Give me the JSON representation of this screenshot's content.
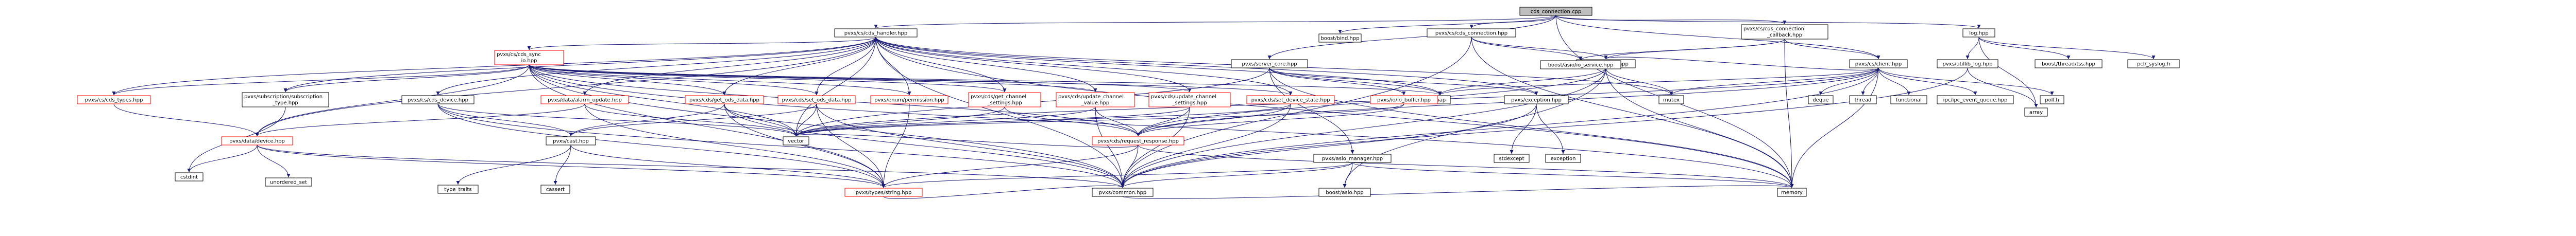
{
  "colors": {
    "root_fill": "#bfbfbf",
    "node_fill": "#ffffff",
    "node_stroke": "#000000",
    "highlight_stroke": "#ff0000",
    "edge": "#191970"
  },
  "nodes": [
    {
      "id": "root",
      "label": "cds_connection.cpp",
      "style": "root"
    },
    {
      "id": "cds_handler",
      "label": "pvxs/cs/cds_handler.hpp"
    },
    {
      "id": "boostbind",
      "label": "boost/bind.hpp"
    },
    {
      "id": "cds_connection_hpp",
      "label": "pvxs/cs/cds_connection.hpp"
    },
    {
      "id": "cds_conn_cb",
      "label": [
        "pvxs/cs/cds_connection",
        "_callback.hpp"
      ]
    },
    {
      "id": "loghpp",
      "label": "log.hpp"
    },
    {
      "id": "cds_sync",
      "label": [
        "pvxs/cs/cds_sync",
        "io.hpp"
      ],
      "style": "red"
    },
    {
      "id": "server_core",
      "label": "pvxs/server_core.hpp"
    },
    {
      "id": "io_actor",
      "label": "pvxs/io_actor.hpp"
    },
    {
      "id": "boostasio_service",
      "label": "boost/asio/io_service.hpp"
    },
    {
      "id": "cds_client",
      "label": "pvxs/cs/client.hpp"
    },
    {
      "id": "utillib_log",
      "label": "pvxs/utillib_log.hpp"
    },
    {
      "id": "boost_thread_tss",
      "label": "boost/thread/tss.hpp"
    },
    {
      "id": "pcl_syslog",
      "label": "pcl/_syslog.h"
    },
    {
      "id": "cds_types",
      "label": "pvxs/cs/cds_types.hpp",
      "style": "red"
    },
    {
      "id": "subscr_type",
      "label": [
        "pvxs/subscription/subscription",
        "_type.hpp"
      ]
    },
    {
      "id": "cds_device",
      "label": "pvxs/cs/cds_device.hpp"
    },
    {
      "id": "alarm_update",
      "label": "pvxs/data/alarm_update.hpp",
      "style": "red"
    },
    {
      "id": "get_ods_data",
      "label": "pvxs/cds/get_ods_data.hpp",
      "style": "red"
    },
    {
      "id": "set_ods_data",
      "label": "pvxs/cds/set_ods_data.hpp",
      "style": "red"
    },
    {
      "id": "enum_permission",
      "label": "pvxs/enum/permission.hpp",
      "style": "red"
    },
    {
      "id": "get_channel_settings",
      "label": [
        "pvxs/cds/get_channel",
        "_settings.hpp"
      ],
      "style": "red"
    },
    {
      "id": "update_channel_value",
      "label": [
        "pvxs/cds/update_channel",
        "_value.hpp"
      ],
      "style": "red"
    },
    {
      "id": "update_channel_settings",
      "label": [
        "pvxs/cds/update_channel",
        "_settings.hpp"
      ],
      "style": "red"
    },
    {
      "id": "set_device_state",
      "label": "pvxs/cds/set_device_state.hpp",
      "style": "red"
    },
    {
      "id": "map",
      "label": "map"
    },
    {
      "id": "io_buffer",
      "label": "pvxs/io/io_buffer.hpp",
      "style": "red"
    },
    {
      "id": "exception_hpp",
      "label": "pvxs/exception.hpp"
    },
    {
      "id": "mutex",
      "label": "mutex"
    },
    {
      "id": "deque",
      "label": "deque"
    },
    {
      "id": "thread",
      "label": "thread"
    },
    {
      "id": "functional",
      "label": "functional"
    },
    {
      "id": "ipc_event_queue",
      "label": "ipc/ipc_event_queue.hpp"
    },
    {
      "id": "pollh",
      "label": "poll.h"
    },
    {
      "id": "array",
      "label": "array"
    },
    {
      "id": "data_device",
      "label": "pvxs/data/device.hpp",
      "style": "red"
    },
    {
      "id": "cast_hpp",
      "label": "pvxs/cast.hpp"
    },
    {
      "id": "vector",
      "label": "vector"
    },
    {
      "id": "request_response",
      "label": "pvxs/cds/request_response.hpp",
      "style": "red"
    },
    {
      "id": "asio_manager",
      "label": "pvxs/asio_manager.hpp"
    },
    {
      "id": "stdexcept",
      "label": "stdexcept"
    },
    {
      "id": "exception",
      "label": "exception"
    },
    {
      "id": "cstdint",
      "label": "cstdint"
    },
    {
      "id": "unordered_set",
      "label": "unordered_set"
    },
    {
      "id": "type_traits",
      "label": "type_traits"
    },
    {
      "id": "cassert",
      "label": "cassert"
    },
    {
      "id": "types_string",
      "label": "pvxs/types/string.hpp",
      "style": "red"
    },
    {
      "id": "common_hpp",
      "label": "pvxs/common.hpp"
    },
    {
      "id": "boost_asio",
      "label": "boost/asio.hpp"
    },
    {
      "id": "memory",
      "label": "memory"
    }
  ],
  "edges": [
    [
      "root",
      "cds_handler"
    ],
    [
      "root",
      "boostbind"
    ],
    [
      "root",
      "cds_connection_hpp"
    ],
    [
      "root",
      "cds_conn_cb"
    ],
    [
      "root",
      "loghpp"
    ],
    [
      "root",
      "cds_client"
    ],
    [
      "root",
      "server_core"
    ],
    [
      "root",
      "memory"
    ],
    [
      "cds_handler",
      "cds_sync"
    ],
    [
      "cds_handler",
      "cds_types"
    ],
    [
      "cds_handler",
      "subscr_type"
    ],
    [
      "cds_handler",
      "cds_device"
    ],
    [
      "cds_handler",
      "alarm_update"
    ],
    [
      "cds_handler",
      "get_ods_data"
    ],
    [
      "cds_handler",
      "set_ods_data"
    ],
    [
      "cds_handler",
      "enum_permission"
    ],
    [
      "cds_handler",
      "get_channel_settings"
    ],
    [
      "cds_handler",
      "update_channel_value"
    ],
    [
      "cds_handler",
      "update_channel_settings"
    ],
    [
      "cds_handler",
      "set_device_state"
    ],
    [
      "cds_handler",
      "map"
    ],
    [
      "cds_handler",
      "vector"
    ],
    [
      "cds_handler",
      "memory"
    ],
    [
      "cds_handler",
      "common_hpp"
    ],
    [
      "cds_handler",
      "data_device"
    ],
    [
      "cds_handler",
      "mutex"
    ],
    [
      "cds_handler",
      "exception_hpp"
    ],
    [
      "cds_sync",
      "cds_types"
    ],
    [
      "cds_sync",
      "subscr_type"
    ],
    [
      "cds_sync",
      "get_ods_data"
    ],
    [
      "cds_sync",
      "set_ods_data"
    ],
    [
      "cds_sync",
      "enum_permission"
    ],
    [
      "cds_sync",
      "get_channel_settings"
    ],
    [
      "cds_sync",
      "update_channel_value"
    ],
    [
      "cds_sync",
      "update_channel_settings"
    ],
    [
      "cds_sync",
      "set_device_state"
    ],
    [
      "cds_sync",
      "request_response"
    ],
    [
      "cds_sync",
      "vector"
    ],
    [
      "cds_sync",
      "map"
    ],
    [
      "cds_sync",
      "memory"
    ],
    [
      "cds_sync",
      "types_string"
    ],
    [
      "cds_sync",
      "data_device"
    ],
    [
      "cds_sync",
      "common_hpp"
    ],
    [
      "cds_connection_hpp",
      "io_actor"
    ],
    [
      "cds_connection_hpp",
      "boostasio_service"
    ],
    [
      "cds_connection_hpp",
      "memory"
    ],
    [
      "cds_connection_hpp",
      "common_hpp"
    ],
    [
      "cds_conn_cb",
      "cds_client"
    ],
    [
      "cds_conn_cb",
      "boostasio_service"
    ],
    [
      "cds_conn_cb",
      "io_actor"
    ],
    [
      "cds_conn_cb",
      "memory"
    ],
    [
      "loghpp",
      "utillib_log"
    ],
    [
      "loghpp",
      "boost_thread_tss"
    ],
    [
      "loghpp",
      "pcl_syslog"
    ],
    [
      "loghpp",
      "array"
    ],
    [
      "utillib_log",
      "array"
    ],
    [
      "utillib_log",
      "common_hpp"
    ],
    [
      "server_core",
      "map"
    ],
    [
      "server_core",
      "io_buffer"
    ],
    [
      "server_core",
      "exception_hpp"
    ],
    [
      "server_core",
      "asio_manager"
    ],
    [
      "server_core",
      "vector"
    ],
    [
      "server_core",
      "memory"
    ],
    [
      "io_actor",
      "map"
    ],
    [
      "io_actor",
      "boost_asio"
    ],
    [
      "io_actor",
      "memory"
    ],
    [
      "io_actor",
      "common_hpp"
    ],
    [
      "io_actor",
      "mutex"
    ],
    [
      "io_actor",
      "request_response"
    ],
    [
      "cds_client",
      "mutex"
    ],
    [
      "cds_client",
      "deque"
    ],
    [
      "cds_client",
      "thread"
    ],
    [
      "cds_client",
      "functional"
    ],
    [
      "cds_client",
      "ipc_event_queue"
    ],
    [
      "cds_client",
      "pollh"
    ],
    [
      "cds_client",
      "io_actor"
    ],
    [
      "cds_client",
      "memory"
    ],
    [
      "cds_client",
      "common_hpp"
    ],
    [
      "cds_client",
      "request_response"
    ],
    [
      "cds_client",
      "vector"
    ],
    [
      "cds_client",
      "map"
    ],
    [
      "cds_types",
      "data_device"
    ],
    [
      "subscr_type",
      "cstdint"
    ],
    [
      "cds_device",
      "cast_hpp"
    ],
    [
      "cds_device",
      "vector"
    ],
    [
      "cds_device",
      "types_string"
    ],
    [
      "cds_device",
      "common_hpp"
    ],
    [
      "alarm_update",
      "data_device"
    ],
    [
      "alarm_update",
      "vector"
    ],
    [
      "alarm_update",
      "types_string"
    ],
    [
      "get_ods_data",
      "cast_hpp"
    ],
    [
      "get_ods_data",
      "vector"
    ],
    [
      "get_ods_data",
      "types_string"
    ],
    [
      "get_ods_data",
      "common_hpp"
    ],
    [
      "set_ods_data",
      "cast_hpp"
    ],
    [
      "set_ods_data",
      "vector"
    ],
    [
      "set_ods_data",
      "types_string"
    ],
    [
      "set_ods_data",
      "common_hpp"
    ],
    [
      "enum_permission",
      "types_string"
    ],
    [
      "get_channel_settings",
      "request_response"
    ],
    [
      "get_channel_settings",
      "vector"
    ],
    [
      "update_channel_value",
      "request_response"
    ],
    [
      "update_channel_value",
      "vector"
    ],
    [
      "update_channel_value",
      "common_hpp"
    ],
    [
      "update_channel_settings",
      "request_response"
    ],
    [
      "update_channel_settings",
      "vector"
    ],
    [
      "update_channel_settings",
      "common_hpp"
    ],
    [
      "set_device_state",
      "request_response"
    ],
    [
      "set_device_state",
      "vector"
    ],
    [
      "set_device_state",
      "common_hpp"
    ],
    [
      "request_response",
      "types_string"
    ],
    [
      "request_response",
      "common_hpp"
    ],
    [
      "request_response",
      "memory"
    ],
    [
      "request_response",
      "vector"
    ],
    [
      "io_buffer",
      "request_response"
    ],
    [
      "io_buffer",
      "vector"
    ],
    [
      "exception_hpp",
      "stdexcept"
    ],
    [
      "exception_hpp",
      "exception"
    ],
    [
      "exception_hpp",
      "common_hpp"
    ],
    [
      "asio_manager",
      "boost_asio"
    ],
    [
      "asio_manager",
      "memory"
    ],
    [
      "asio_manager",
      "common_hpp"
    ],
    [
      "asio_manager",
      "types_string"
    ],
    [
      "data_device",
      "cstdint"
    ],
    [
      "data_device",
      "unordered_set"
    ],
    [
      "data_device",
      "types_string"
    ],
    [
      "data_device",
      "common_hpp"
    ],
    [
      "cast_hpp",
      "type_traits"
    ],
    [
      "cast_hpp",
      "cassert"
    ],
    [
      "cast_hpp",
      "types_string"
    ],
    [
      "types_string",
      "common_hpp"
    ],
    [
      "common_hpp",
      "memory"
    ]
  ]
}
